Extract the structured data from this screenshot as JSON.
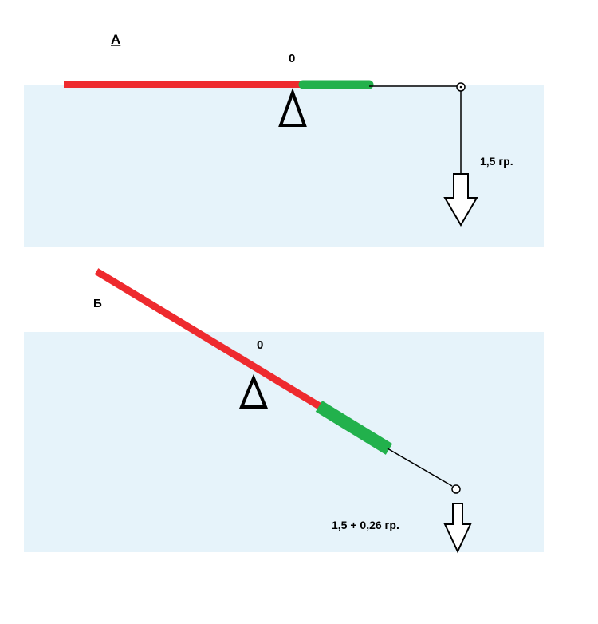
{
  "panel_a": {
    "label": "А",
    "pivot_label": "0",
    "weight_label": "1,5 гр."
  },
  "panel_b": {
    "label": "Б",
    "pivot_label": "0",
    "weight_label": "1,5 + 0,26 гр."
  },
  "colors": {
    "water": "#e6f3fa",
    "rod": "#ee2a2e",
    "tip": "#22b14c",
    "line": "#000000"
  }
}
